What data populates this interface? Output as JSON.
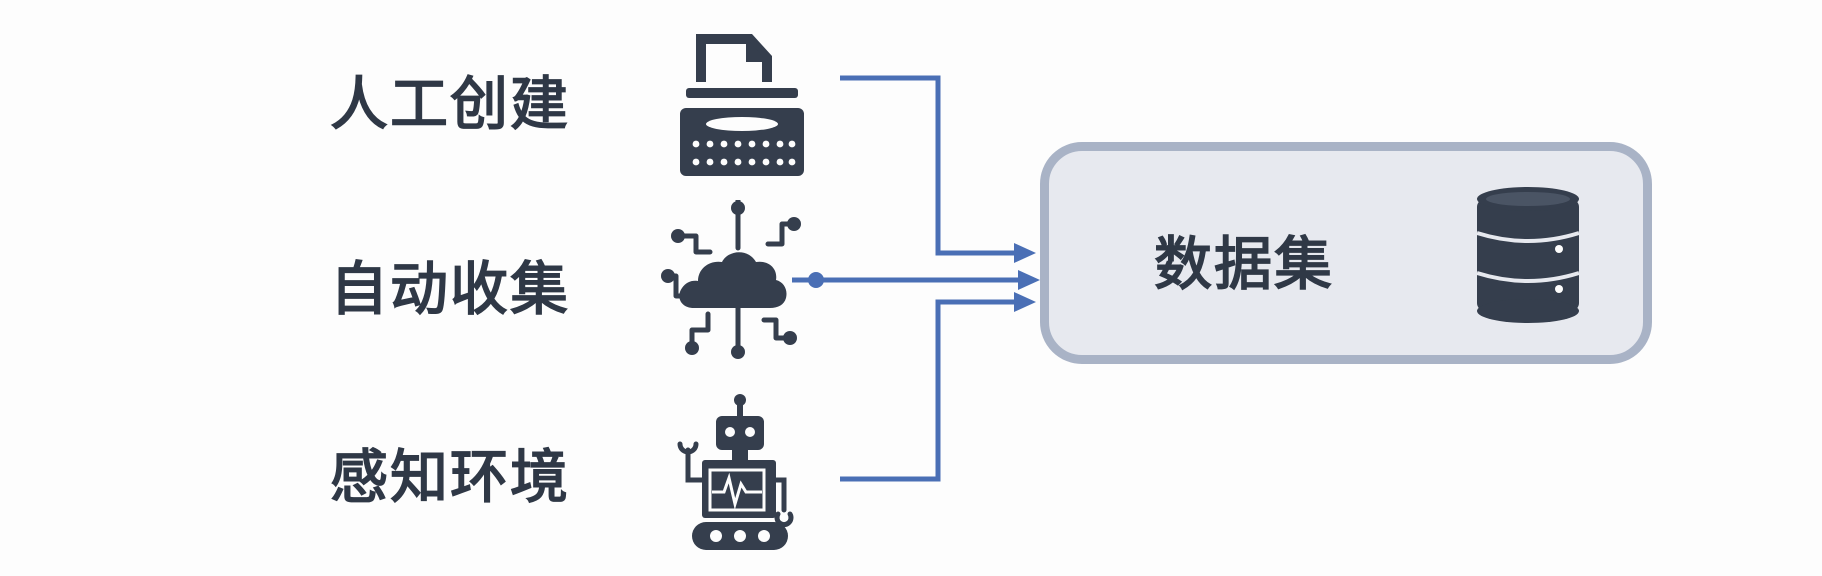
{
  "sources": [
    {
      "label": "人工创建",
      "icon": "typewriter-icon"
    },
    {
      "label": "自动收集",
      "icon": "cloud-network-icon"
    },
    {
      "label": "感知环境",
      "icon": "robot-sensor-icon"
    }
  ],
  "target": {
    "label": "数据集",
    "icon": "database-icon"
  },
  "colors": {
    "text": "#2f3846",
    "icon": "#353e4d",
    "arrow": "#4a6fb5",
    "box_fill": "#e7e9ef",
    "box_border": "#a9b3c6"
  }
}
